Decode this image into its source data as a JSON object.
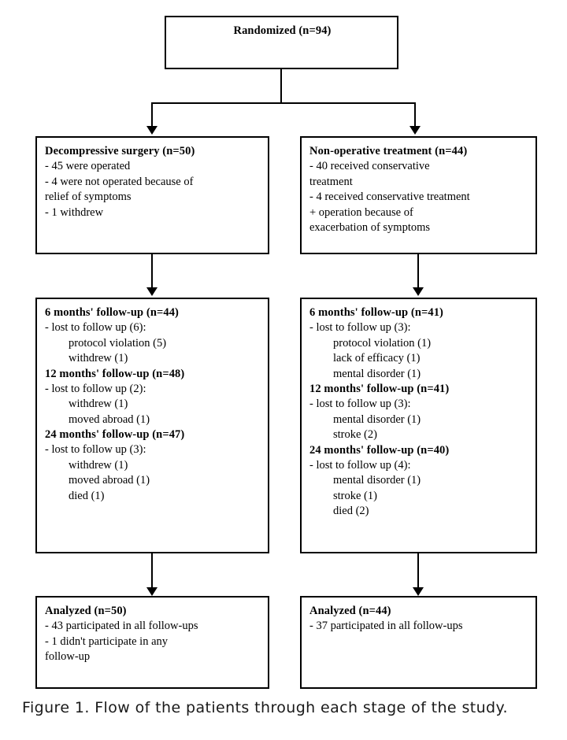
{
  "figure": {
    "caption": "Figure 1. Flow of the patients through each stage of the study.",
    "colors": {
      "stroke": "#000000",
      "background": "#ffffff",
      "text": "#000000"
    }
  },
  "chart_data": {
    "type": "diagram",
    "title": "Flow of the patients through each stage of the study",
    "nodes": [
      {
        "id": "randomized",
        "title": "Randomized (n=94)",
        "lines": []
      },
      {
        "id": "surgery",
        "title": "Decompressive surgery (n=50)",
        "lines": [
          "- 45 were operated",
          "- 4 were not operated because of",
          "relief of symptoms",
          "- 1 withdrew"
        ]
      },
      {
        "id": "nonoperative",
        "title": "Non-operative treatment (n=44)",
        "lines": [
          "- 40 received conservative",
          "treatment",
          "- 4 received conservative treatment",
          "+ operation because of",
          "exacerbation of symptoms"
        ]
      },
      {
        "id": "followup-surgery",
        "groups": [
          {
            "title": "6 months' follow-up (n=44)",
            "lost_label": "- lost to follow up (6):",
            "reasons": [
              "protocol violation (5)",
              "withdrew (1)"
            ]
          },
          {
            "title": "12 months' follow-up  (n=48)",
            "lost_label": "- lost to follow up (2):",
            "reasons": [
              "withdrew (1)",
              "moved abroad (1)"
            ]
          },
          {
            "title": "24 months' follow-up (n=47)",
            "lost_label": "- lost to follow up (3):",
            "reasons": [
              "withdrew (1)",
              "moved abroad (1)",
              "died (1)"
            ]
          }
        ]
      },
      {
        "id": "followup-nonoperative",
        "groups": [
          {
            "title": "6 months' follow-up (n=41)",
            "lost_label": "- lost to follow up (3):",
            "reasons": [
              "protocol violation (1)",
              "lack of efficacy (1)",
              "mental disorder (1)"
            ]
          },
          {
            "title": "12 months' follow-up (n=41)",
            "lost_label": "- lost to follow up (3):",
            "reasons": [
              "mental disorder (1)",
              "stroke (2)"
            ]
          },
          {
            "title": "24 months' follow-up (n=40)",
            "lost_label": "- lost to follow up (4):",
            "reasons": [
              "mental disorder (1)",
              "stroke (1)",
              "died (2)"
            ]
          }
        ]
      },
      {
        "id": "analyzed-surgery",
        "title": "Analyzed (n=50)",
        "lines": [
          "- 43 participated in all follow-ups",
          "- 1  didn't participate in any",
          "follow-up"
        ]
      },
      {
        "id": "analyzed-nonoperative",
        "title": "Analyzed (n=44)",
        "lines": [
          "- 37 participated in all follow-ups"
        ]
      }
    ],
    "edges": [
      {
        "from": "randomized",
        "to": "surgery",
        "style": "elbow-arrow"
      },
      {
        "from": "randomized",
        "to": "nonoperative",
        "style": "elbow-arrow"
      },
      {
        "from": "surgery",
        "to": "followup-surgery",
        "style": "straight-arrow"
      },
      {
        "from": "nonoperative",
        "to": "followup-nonoperative",
        "style": "straight-arrow"
      },
      {
        "from": "followup-surgery",
        "to": "analyzed-surgery",
        "style": "straight-arrow"
      },
      {
        "from": "followup-nonoperative",
        "to": "analyzed-nonoperative",
        "style": "straight-arrow"
      }
    ]
  },
  "boxes": {
    "randomized": {
      "title": "Randomized (n=94)"
    },
    "surgery": {
      "title": "Decompressive surgery (n=50)",
      "l1": "- 45 were operated",
      "l2": "- 4 were not operated because of",
      "l3": "relief of symptoms",
      "l4": "- 1 withdrew"
    },
    "nonoperative": {
      "title": "Non-operative treatment (n=44)",
      "l1": "- 40 received conservative",
      "l2": "treatment",
      "l3": "- 4 received conservative treatment",
      "l4": "+ operation because of",
      "l5": "exacerbation of symptoms"
    },
    "followup_left": {
      "g1_title": "6 months' follow-up (n=44)",
      "g1_lost": "- lost to follow up (6):",
      "g1_r1": "protocol violation (5)",
      "g1_r2": "withdrew (1)",
      "g2_title": "12 months' follow-up  (n=48)",
      "g2_lost": "- lost to follow up (2):",
      "g2_r1": "withdrew (1)",
      "g2_r2": "moved abroad (1)",
      "g3_title": "24 months' follow-up (n=47)",
      "g3_lost": "- lost to follow up (3):",
      "g3_r1": "withdrew (1)",
      "g3_r2": "moved abroad (1)",
      "g3_r3": "died (1)"
    },
    "followup_right": {
      "g1_title": "6 months' follow-up (n=41)",
      "g1_lost": "- lost to follow up (3):",
      "g1_r1": "protocol violation (1)",
      "g1_r2": "lack of efficacy (1)",
      "g1_r3": "mental disorder (1)",
      "g2_title": "12 months' follow-up (n=41)",
      "g2_lost": "- lost to follow up (3):",
      "g2_r1": "mental disorder (1)",
      "g2_r2": "stroke (2)",
      "g3_title": "24 months' follow-up (n=40)",
      "g3_lost": "- lost to follow up (4):",
      "g3_r1": "mental disorder (1)",
      "g3_r2": "stroke (1)",
      "g3_r3": "died (2)"
    },
    "analyzed_left": {
      "title": "Analyzed (n=50)",
      "l1": "- 43 participated in all follow-ups",
      "l2": "- 1  didn't participate in any",
      "l3": "follow-up"
    },
    "analyzed_right": {
      "title": "Analyzed (n=44)",
      "l1": "- 37 participated in all follow-ups"
    }
  }
}
